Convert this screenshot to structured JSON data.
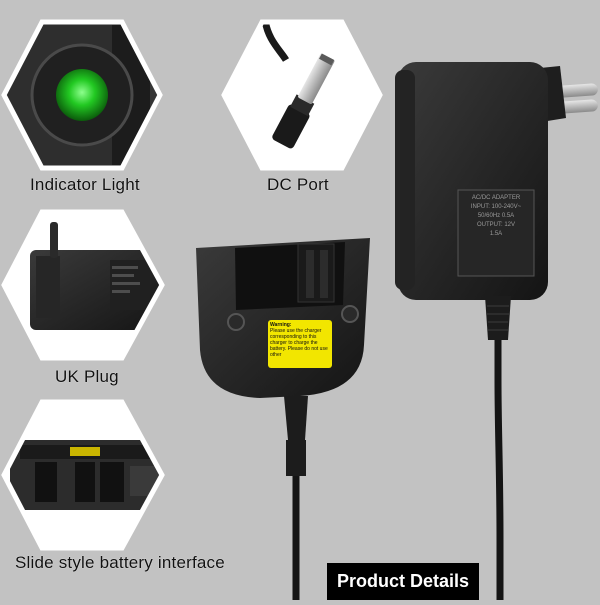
{
  "features": [
    {
      "label": "Indicator Light",
      "icon": "indicator-light-closeup"
    },
    {
      "label": "DC Port",
      "icon": "dc-port-closeup"
    },
    {
      "label": "UK Plug",
      "icon": "plug-closeup"
    },
    {
      "label": "Slide style battery interface",
      "icon": "battery-interface-closeup"
    }
  ],
  "warning_label": {
    "title": "Warning:",
    "text": "Please use the charger corresponding to this charger to charge the battery. Please do not use other"
  },
  "adapter_label_lines": [
    "AC/DC ADAPTER",
    "INPUT: 100-240V~",
    "50/60Hz 0.5A",
    "OUTPUT: 12V",
    "1.5A"
  ],
  "badge": {
    "label": "Product Details"
  },
  "colors": {
    "background": "#c2c2c2",
    "indicator_green": "#18c21a",
    "warning_yellow": "#f2e600"
  }
}
